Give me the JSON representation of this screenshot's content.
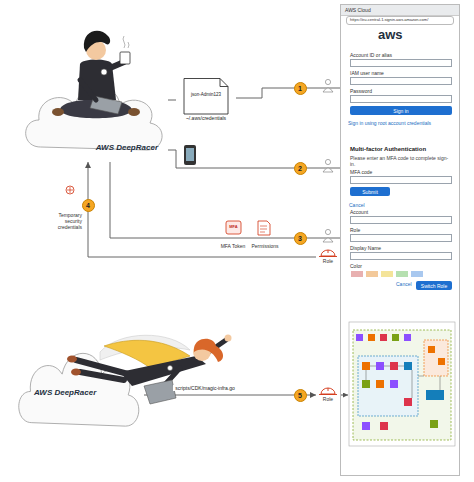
{
  "diagram": {
    "nodes": [
      {
        "text": [
          "AWS DeepRacer"
        ]
      },
      {
        "text": [
          "json-Admin123",
          "~/.aws/credentials"
        ]
      },
      {
        "text": [
          "AWS Cloud"
        ]
      },
      {
        "text": [
          "Account ID or alias",
          "IAM user name",
          "Password"
        ],
        "in": 2
      },
      {
        "text": [
          "Sign in"
        ],
        "in": 3
      },
      {
        "text": [
          "Multi-factor Authentication",
          "Please enter an MFA code to complete sign-in.",
          "MFA code"
        ],
        "in": 2
      },
      {
        "text": [
          "Submit"
        ],
        "in": 5
      },
      {
        "text": [
          "Account",
          "Role",
          "Display Name",
          "Color"
        ],
        "in": 2
      },
      {
        "text": [
          "Switch Role"
        ],
        "in": 7
      },
      {
        "text": [
          "MFA Token"
        ]
      },
      {
        "text": [
          "Permissions"
        ]
      },
      {
        "text": [
          "Role"
        ]
      },
      {
        "text": [
          "AWS DeepRacer"
        ]
      },
      {
        "text": [
          "Role"
        ]
      }
    ],
    "edges": [
      {
        "from": 0,
        "to": 1,
        "arrow": "none"
      },
      {
        "from": 1,
        "to": 3,
        "arrow": "to"
      },
      {
        "from": 0,
        "to": 5,
        "arrow": "to"
      },
      {
        "from": 0,
        "to": 7,
        "arrow": "to"
      },
      {
        "from": 11,
        "to": 0,
        "arrow": "to"
      },
      {
        "from": 12,
        "to": 13,
        "label": "scripts/CDK/magic-infra.go",
        "arrow": "to"
      }
    ],
    "labels": [
      "https://eu-central-1.signin.aws.amazon.com/",
      "aws",
      "Sign in using root account credentials",
      "Cancel",
      "Cancel",
      "Temporary security credentials",
      "MFA",
      "1",
      "2",
      "3",
      "4",
      "5"
    ]
  }
}
